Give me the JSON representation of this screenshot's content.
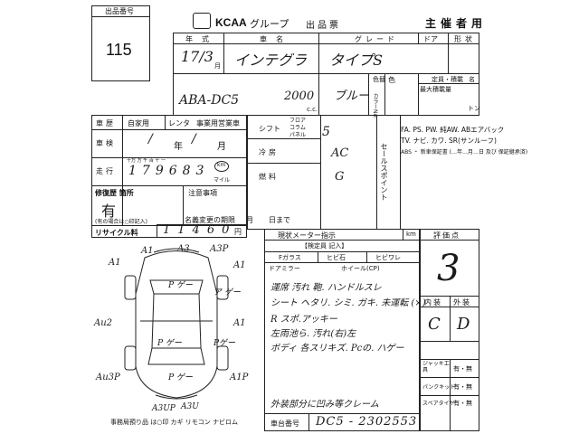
{
  "lot": {
    "label": "出品番号",
    "number": "115"
  },
  "header": {
    "brand": "KCAA",
    "group": "グループ",
    "doc": "出品票",
    "organizer": "主催者用"
  },
  "row1": {
    "year_label": "年式",
    "car_label": "車名",
    "grade_label": "グレード",
    "door_label": "ドア",
    "shift_label": "形状",
    "year": "17/3",
    "month_label": "月",
    "car": "インテグラ",
    "grade": "タイプS"
  },
  "row2": {
    "model": "ABA-DC5",
    "cc": "2000",
    "cc_unit": "c.c.",
    "color": "ブルー",
    "color_label": "色",
    "color_code_label": "色替",
    "color_no_label": "カラーNo.",
    "load_label": "最大積載量",
    "seats_label": "定員・積載",
    "person_unit": "名",
    "ton_unit": "トン"
  },
  "history": {
    "label": "車歴",
    "self": "自家用",
    "rental": "レンタ",
    "business": "事業用",
    "dealer": "営業車"
  },
  "shaken": {
    "label": "車検",
    "year": "年",
    "month": "月"
  },
  "mileage": {
    "label": "走行",
    "digits": "179683",
    "units": "十万 万 千 百 十 一",
    "km": "km",
    "mile": "マイル"
  },
  "repair": {
    "label": "修復歴 箇所",
    "value": "有",
    "note": "(有の場合は○印記入)"
  },
  "recycle": {
    "label": "リサイクル料",
    "value": "11460",
    "yen": "円"
  },
  "shift": {
    "label": "シフト",
    "floor": "フロア",
    "column": "コラム",
    "panel": "パネル",
    "value": "5"
  },
  "cooling": {
    "label": "冷房",
    "value": "AC"
  },
  "fuel": {
    "label": "燃料",
    "value": "G"
  },
  "sales_point_label": "セールスポイント",
  "equipment": {
    "line1": "FA. PS. PW. 純AW. ABエアバック",
    "line2": "TV. ナビ. カワ. SR(サンルーフ)",
    "line3": "ABS ・ 新車保証書 (…年…月…日 及び 保証継承済)"
  },
  "notes_label": "注意事項",
  "transfer": {
    "label": "名義変更の期限",
    "month": "月",
    "day": "日まで"
  },
  "damage": {
    "tags": [
      "A1",
      "A3",
      "A3P",
      "A1",
      "A1",
      "Au2",
      "A1",
      "Au3P",
      "A1P",
      "A3U",
      "A3UP",
      "P ゲー",
      "ア ゲー",
      "P ゲー",
      "P ゲー",
      "Pゲー"
    ]
  },
  "legend": "事務局預り品 は○印  カギ  リモコン  ナビロム",
  "inspection": {
    "title": "現状メーター指示",
    "km": "km",
    "report_title": "【検定員 記入】",
    "glass": "Fガラス",
    "stone": "ヒビ石",
    "crack": "ヒビワレ",
    "mirror": "ドアミラー",
    "wheel": "ホイール(CP)",
    "lines": [
      "運席 汚れ 鞄. ハンドルスレ",
      "シート ヘタリ. シミ. ガキ. 未運転 (×)",
      "R スポ.アッキー",
      "左雨池ら. 汚れ(右)左",
      "ボディ 各スリキズ. Pcの. ハゲー",
      "",
      "",
      "外装部分に凹み等クレーム"
    ]
  },
  "chassis": {
    "label": "車台番号",
    "value": "DC5 - 2302553"
  },
  "score": {
    "label": "評価点",
    "value": "3",
    "interior_label": "内装",
    "exterior_label": "外装",
    "interior": "C",
    "exterior": "D"
  },
  "extras": {
    "jack_label": "ジャッキ工具",
    "jack_value": "有・無",
    "puncture_label": "パンクキット",
    "puncture_value": "有・無",
    "spare_label": "スペアタイヤ",
    "spare_value": "有・無"
  }
}
